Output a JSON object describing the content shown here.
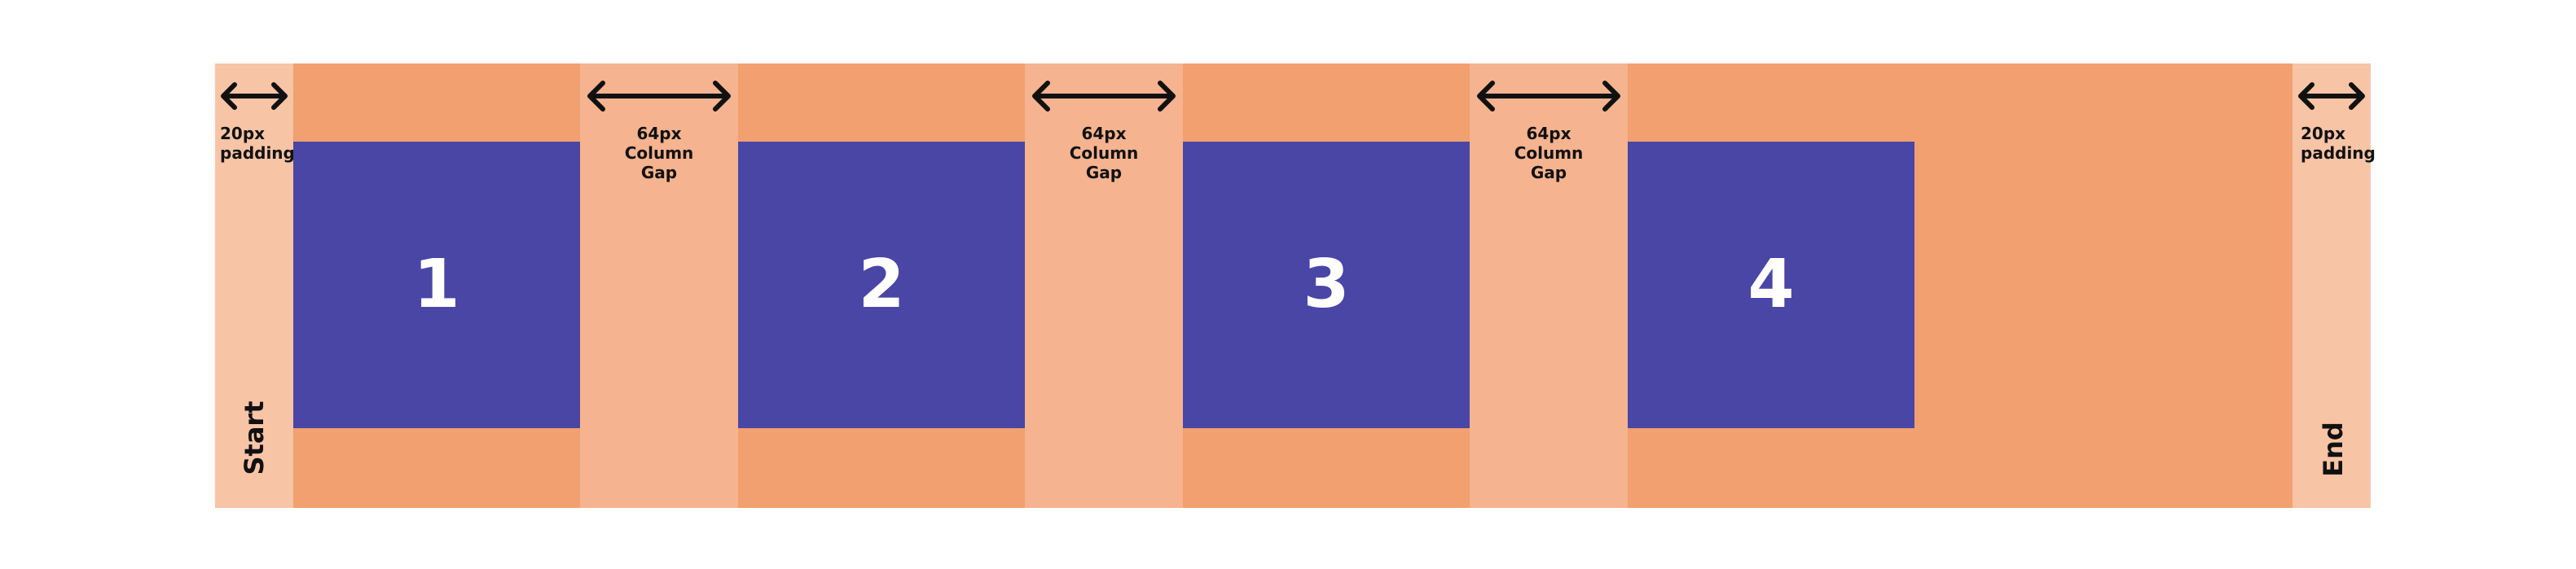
{
  "padding_label": {
    "line1": "20px",
    "line2": "padding"
  },
  "gap_label": {
    "line1": "64px",
    "line2": "Column",
    "line3": "Gap"
  },
  "start_label": "Start",
  "end_label": "End",
  "items": [
    "1",
    "2",
    "3",
    "4"
  ],
  "colors": {
    "container": "#f2a070",
    "padding": "#f7c4a6",
    "gap": "#f5b38f",
    "item": "#4a46a6",
    "arrow": "#111111"
  }
}
